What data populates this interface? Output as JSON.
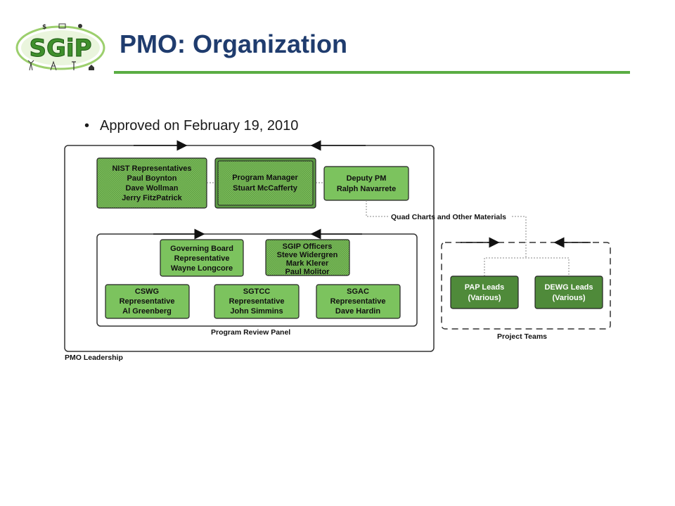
{
  "header": {
    "logo_text": "SGiP",
    "title": "PMO: Organization"
  },
  "bullet": {
    "text": "Approved on February 19, 2010"
  },
  "colors": {
    "title": "#1f3c6e",
    "rule": "#5aad43",
    "node_light": "#7cc35e",
    "node_dark": "#4f8a3a",
    "node_pattern_bg": "#6aa84f",
    "border": "#333333"
  },
  "groups": {
    "pmo_leadership": "PMO Leadership",
    "program_review_panel": "Program Review Panel",
    "project_teams": "Project Teams",
    "connector_label": "Quad Charts and Other Materials"
  },
  "nodes": {
    "nist": [
      "NIST Representatives",
      "Paul Boynton",
      "Dave Wollman",
      "Jerry FitzPatrick"
    ],
    "program_manager": [
      "Program Manager",
      "Stuart McCafferty"
    ],
    "deputy_pm": [
      "Deputy PM",
      "Ralph Navarrete"
    ],
    "governing_board": [
      "Governing Board",
      "Representative",
      "Wayne Longcore"
    ],
    "sgip_officers": [
      "SGIP Officers",
      "Steve Widergren",
      "Mark Klerer",
      "Paul Molitor"
    ],
    "cswg": [
      "CSWG",
      "Representative",
      "Al Greenberg"
    ],
    "sgtcc": [
      "SGTCC",
      "Representative",
      "John Simmins"
    ],
    "sgac": [
      "SGAC",
      "Representative",
      "Dave Hardin"
    ],
    "pap_leads": [
      "PAP Leads",
      "(Various)"
    ],
    "dewg_leads": [
      "DEWG Leads",
      "(Various)"
    ]
  }
}
